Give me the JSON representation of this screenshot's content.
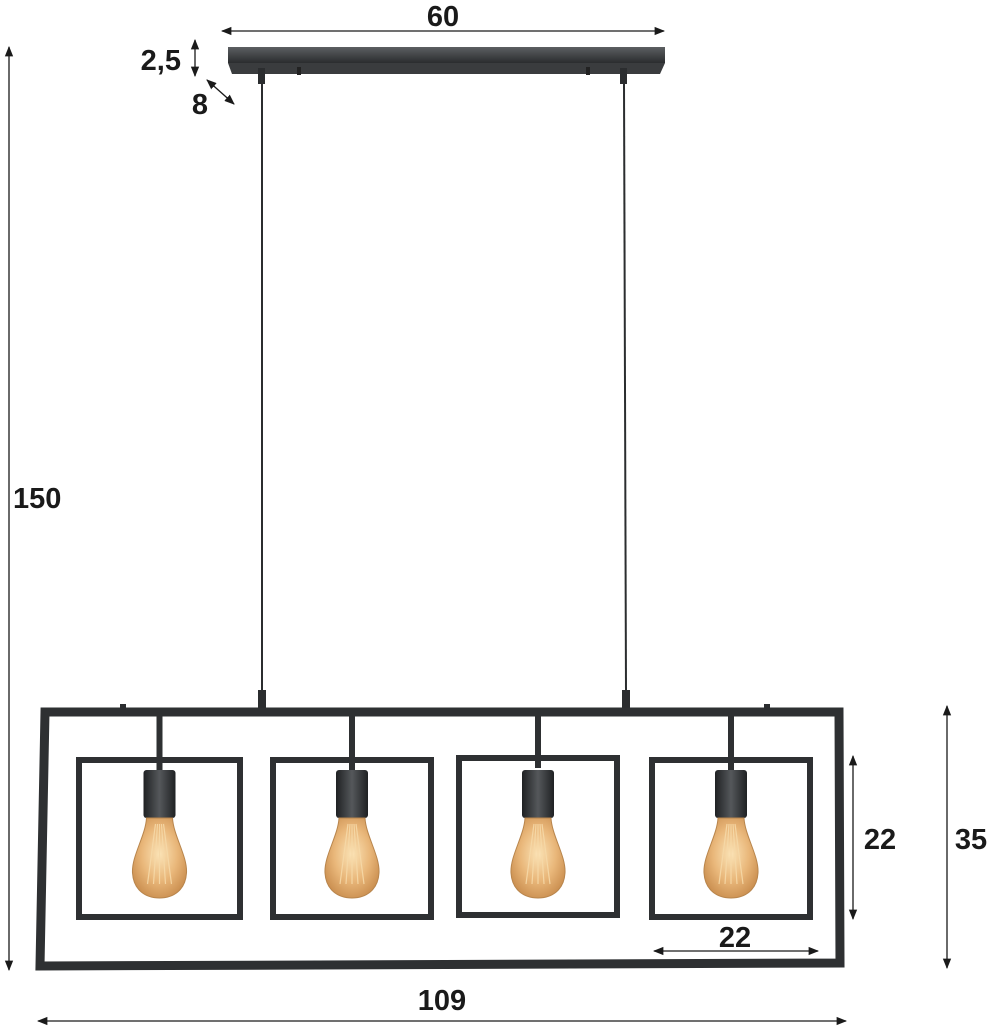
{
  "dimensions": {
    "canopy_length": "60",
    "canopy_height": "2,5",
    "canopy_depth": "8",
    "total_height": "150",
    "frame_height": "35",
    "frame_width": "109",
    "inner_frame_height": "22",
    "inner_frame_width": "22"
  },
  "colors": {
    "metal": "#2e3032",
    "bulb_glass": "#e9b77a",
    "filament": "#f6d9a8",
    "dimension_lines": "#1a1a1a"
  },
  "bulbs": [
    {
      "name": "bulb-1"
    },
    {
      "name": "bulb-2"
    },
    {
      "name": "bulb-3"
    },
    {
      "name": "bulb-4"
    }
  ]
}
